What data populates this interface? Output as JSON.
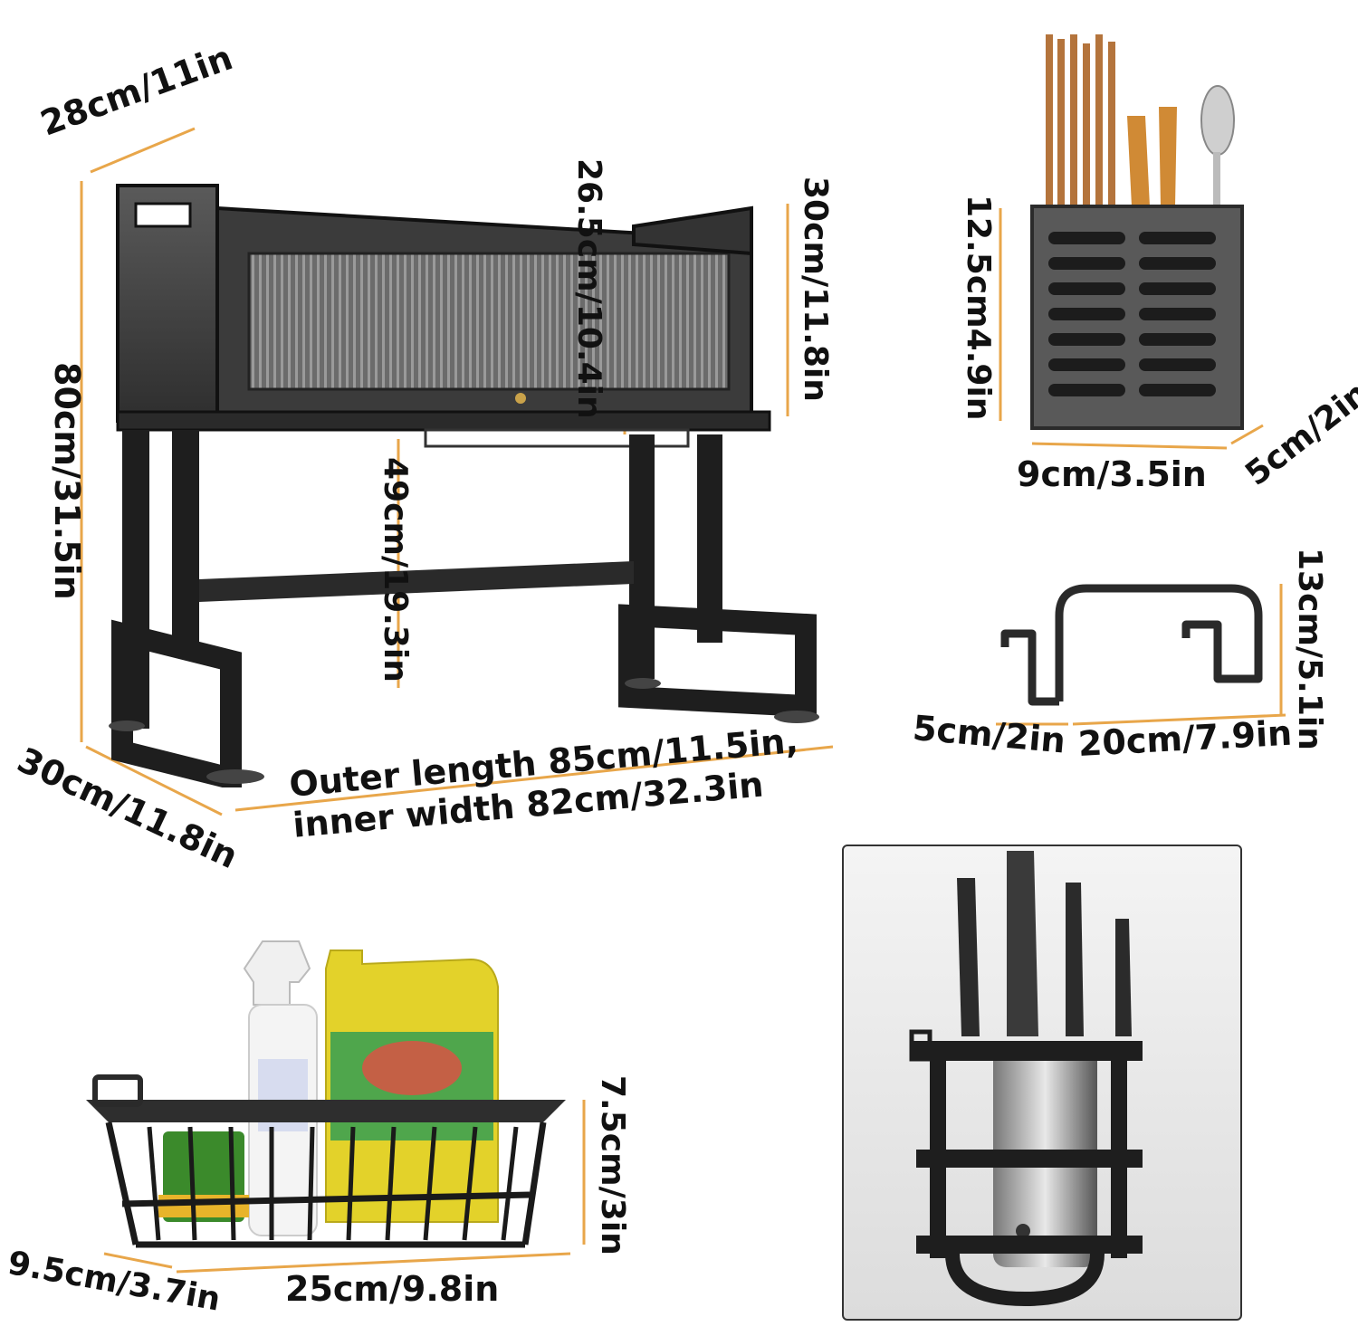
{
  "colors": {
    "dimension_line": "#e8a64a",
    "frame": "#222222",
    "label": "#111111"
  },
  "rack": {
    "top_depth": "28cm/11in",
    "total_height": "80cm/31.5in",
    "inner_height": "26.5cm/10.4in",
    "cabinet_height": "30cm/11.8in",
    "clearance": "49cm/19.3in",
    "base_depth": "30cm/11.8in",
    "length_line1": "Outer length 85cm/11.5in,",
    "length_line2": "inner width 82cm/32.3in"
  },
  "utensil_holder": {
    "height": "12.5cm4.9in",
    "width": "9cm/3.5in",
    "depth": "5cm/2in"
  },
  "hook": {
    "height": "13cm/5.1in",
    "depth": "5cm/2in",
    "width": "20cm/7.9in"
  },
  "basket": {
    "height": "7.5cm/3in",
    "depth": "9.5cm/3.7in",
    "width": "25cm/9.8in"
  },
  "icons": {
    "rack": "dish-rack-icon",
    "utensil": "utensil-holder-icon",
    "hook": "hook-icon",
    "basket": "basket-icon",
    "knife": "knife-holder-icon"
  }
}
